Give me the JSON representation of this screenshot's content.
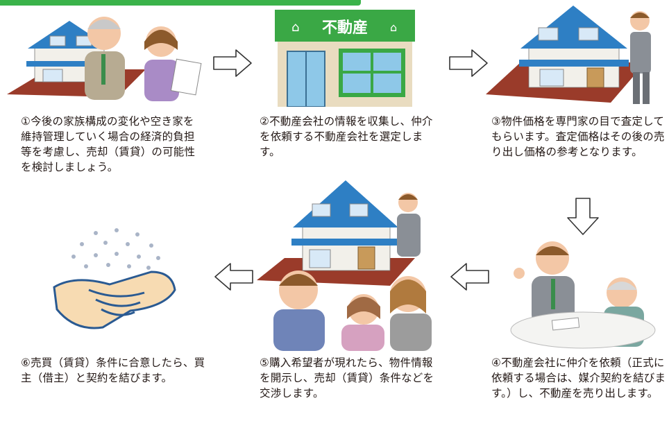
{
  "steps": [
    {
      "id": 1,
      "caption": "①今後の家族構成の変化や空き家を維持管理していく場合の経済的負担等を考慮し、売却（賃貸）の可能性を検討しましょう。"
    },
    {
      "id": 2,
      "caption": "②不動産会社の情報を収集し、仲介を依頼する不動産会社を選定します。",
      "sign": "不動産"
    },
    {
      "id": 3,
      "caption": "③物件価格を専門家の目で査定してもらいます。査定価格はその後の売り出し価格の参考となります。"
    },
    {
      "id": 4,
      "caption": "④不動産会社に仲介を依頼（正式に依頼する場合は、媒介契約を結びます。）し、不動産を売り出します。"
    },
    {
      "id": 5,
      "caption": "⑤購入希望者が現れたら、物件情報を開示し、売却（賃貸）条件などを交渉します。"
    },
    {
      "id": 6,
      "caption": "⑥売買（賃貸）条件に合意したら、買主（借主）と契約を結びます。"
    }
  ],
  "colors": {
    "roof": "#2e7fc4",
    "wall": "#eeeeee",
    "ground": "#9a3b2a",
    "store_green": "#3aa845",
    "suit": "#8a8f96",
    "arrow_stroke": "#333333"
  }
}
